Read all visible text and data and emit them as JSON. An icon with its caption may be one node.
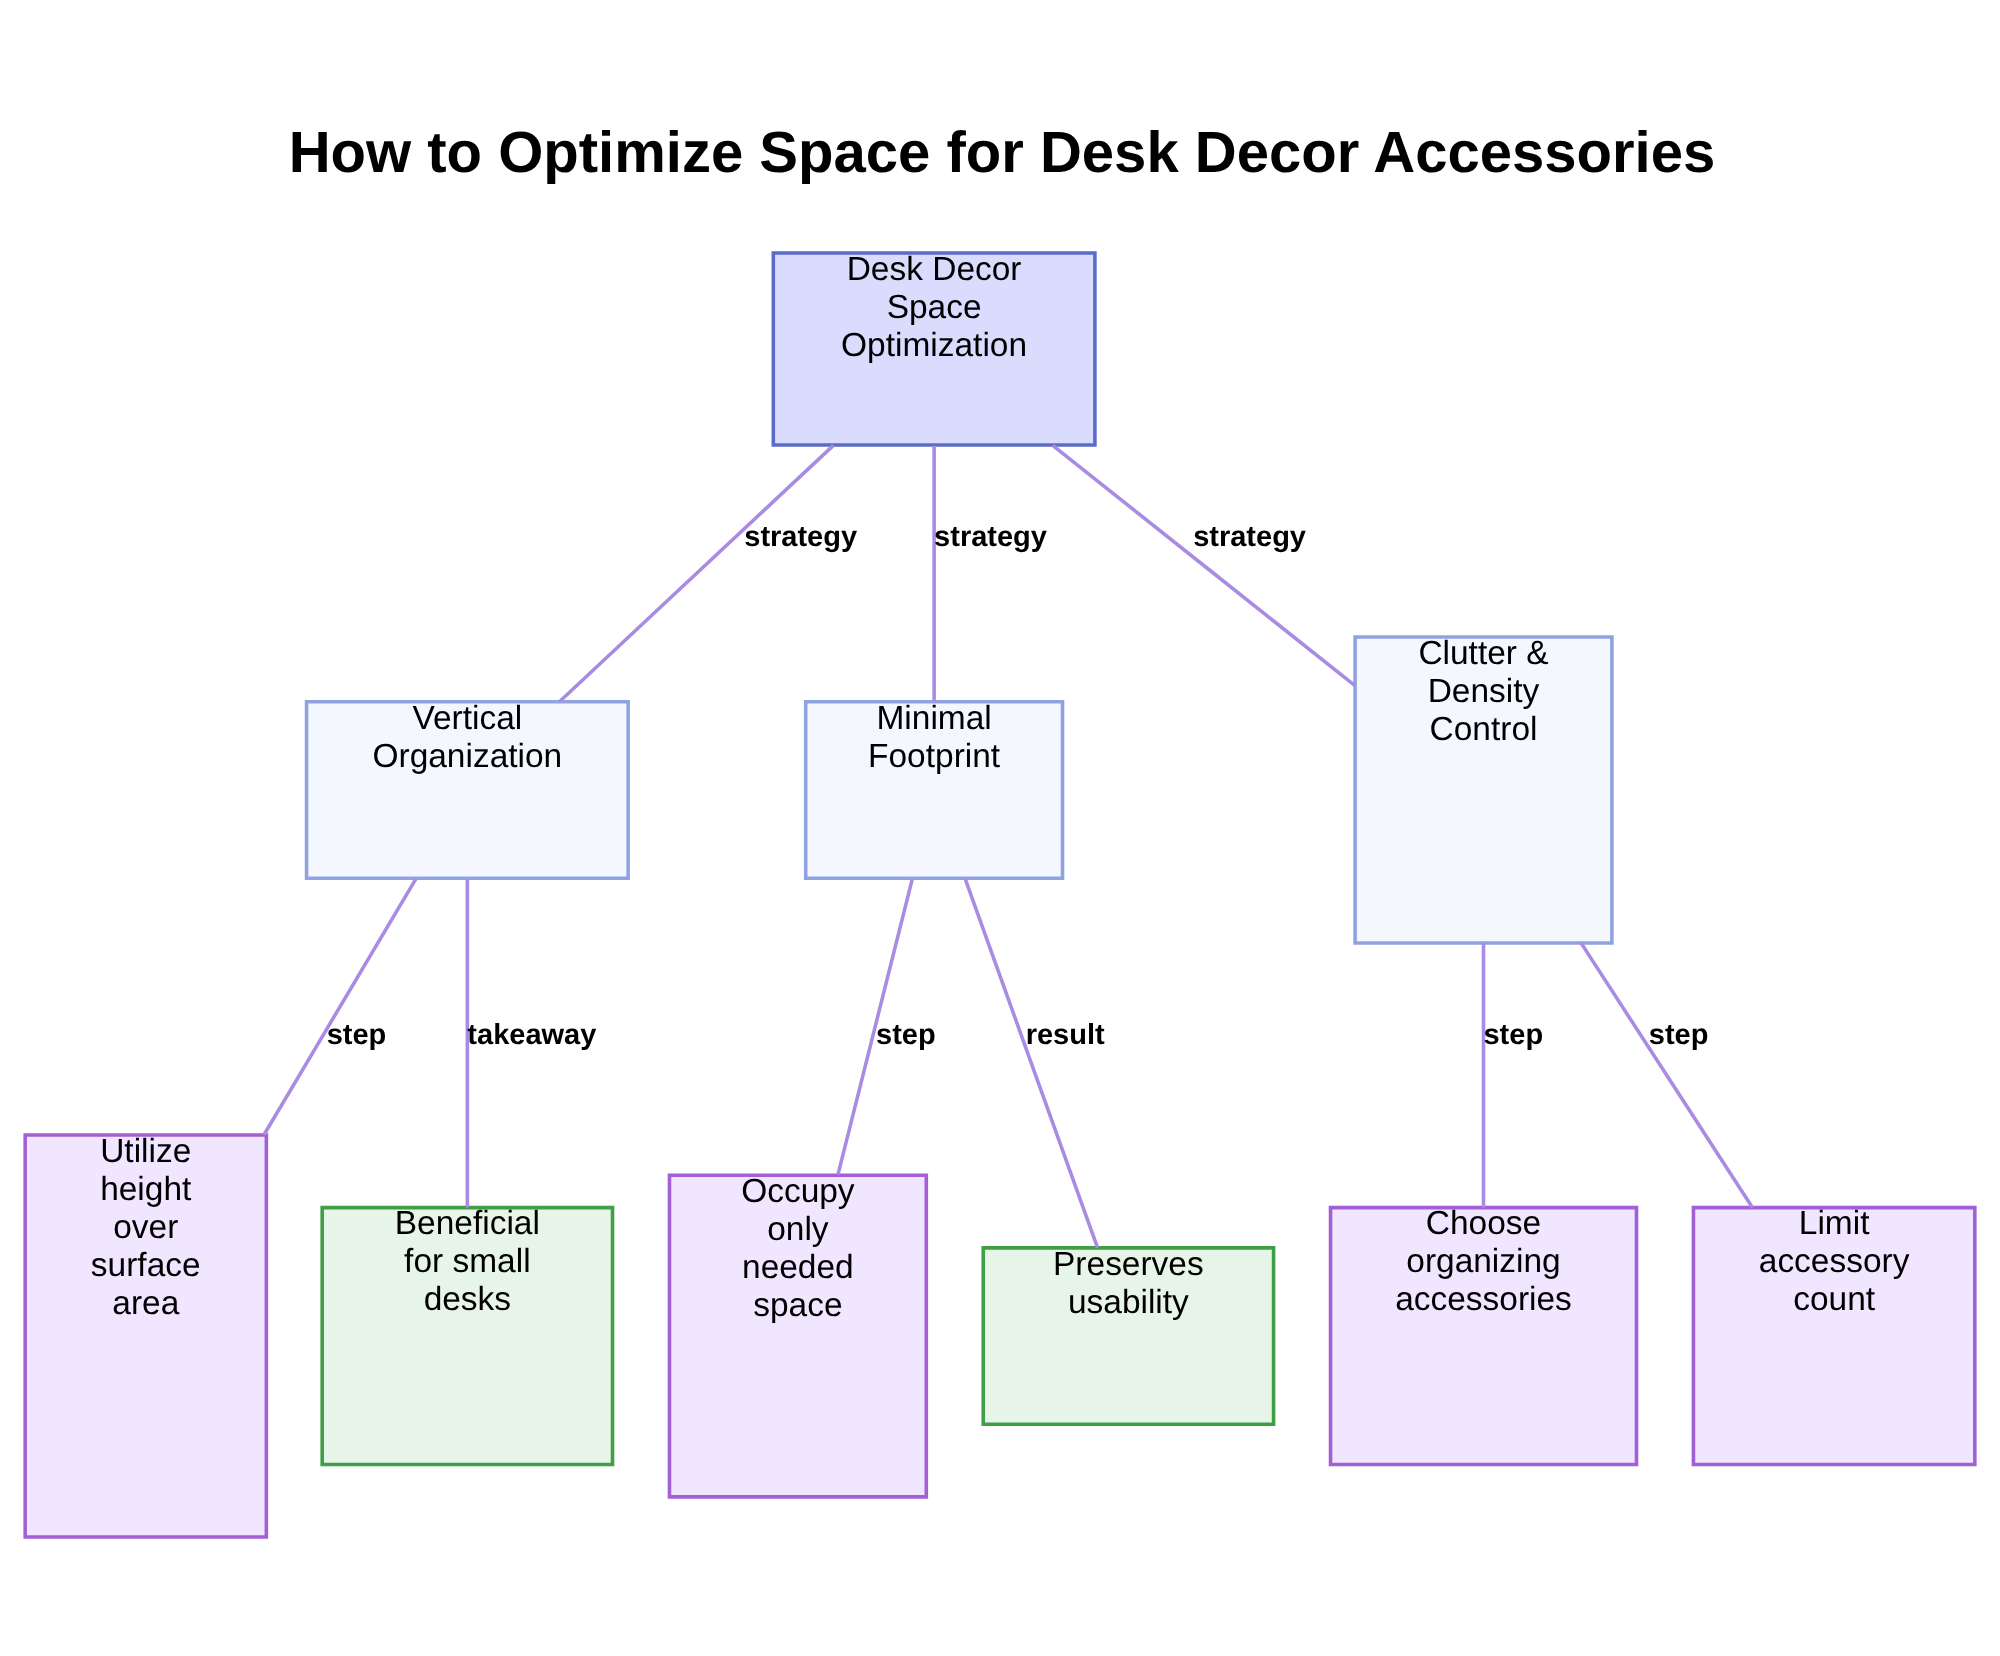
{
  "diagram": {
    "title": "How to Optimize Space for Desk Decor Accessories",
    "nodes": [
      {
        "text": [
          "Desk Decor Space Optimization"
        ]
      },
      {
        "text": [
          "Vertical Organization"
        ]
      },
      {
        "text": [
          "Minimal Footprint"
        ]
      },
      {
        "text": [
          "Clutter & Density Control"
        ]
      },
      {
        "text": [
          "Utilize height over surface area"
        ]
      },
      {
        "text": [
          "Beneficial for small desks"
        ]
      },
      {
        "text": [
          "Occupy only needed space"
        ]
      },
      {
        "text": [
          "Preserves usability"
        ]
      },
      {
        "text": [
          "Choose organizing accessories"
        ]
      },
      {
        "text": [
          "Limit accessory count"
        ]
      }
    ],
    "edges": [
      {
        "from": 0,
        "to": 1,
        "arrow": "none",
        "label": "strategy"
      },
      {
        "from": 0,
        "to": 2,
        "arrow": "none",
        "label": "strategy"
      },
      {
        "from": 0,
        "to": 3,
        "arrow": "none",
        "label": "strategy"
      },
      {
        "from": 1,
        "to": 4,
        "arrow": "none",
        "label": "step"
      },
      {
        "from": 1,
        "to": 5,
        "arrow": "none",
        "label": "takeaway"
      },
      {
        "from": 2,
        "to": 6,
        "arrow": "none",
        "label": "step"
      },
      {
        "from": 2,
        "to": 7,
        "arrow": "none",
        "label": "result"
      },
      {
        "from": 3,
        "to": 8,
        "arrow": "none",
        "label": "step"
      },
      {
        "from": 3,
        "to": 9,
        "arrow": "none",
        "label": "step"
      }
    ]
  }
}
